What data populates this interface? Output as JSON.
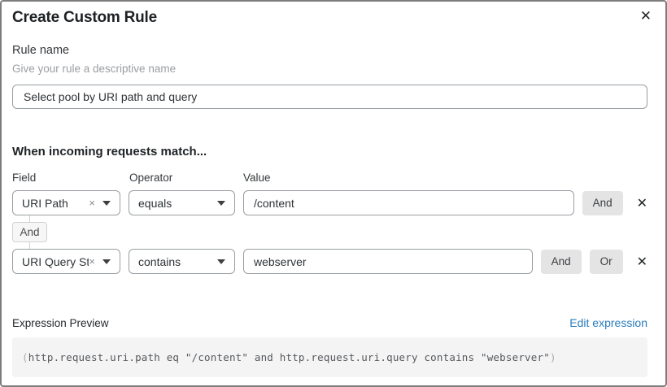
{
  "dialog": {
    "title": "Create Custom Rule"
  },
  "icons": {
    "close": "✕",
    "clear": "×",
    "remove": "✕"
  },
  "rule_name": {
    "label": "Rule name",
    "helper": "Give your rule a descriptive name",
    "value": "Select pool by URI path and query"
  },
  "match": {
    "heading": "When incoming requests match...",
    "columns": {
      "field": "Field",
      "operator": "Operator",
      "value": "Value"
    },
    "connector": "And",
    "rows": [
      {
        "field": "URI Path",
        "operator": "equals",
        "value": "/content",
        "buttons": [
          "And"
        ]
      },
      {
        "field": "URI Query St...",
        "operator": "contains",
        "value": "webserver",
        "buttons": [
          "And",
          "Or"
        ]
      }
    ]
  },
  "expression": {
    "label": "Expression Preview",
    "edit_link": "Edit expression",
    "code_open_paren": "(",
    "code_body": "http.request.uri.path eq \"/content\" and http.request.uri.query contains \"webserver\"",
    "code_close_paren": ")"
  },
  "colors": {
    "link_blue": "#2a7cba",
    "button_gray": "#e4e4e5",
    "code_background": "#f4f4f5",
    "border_gray": "#999ea3"
  }
}
